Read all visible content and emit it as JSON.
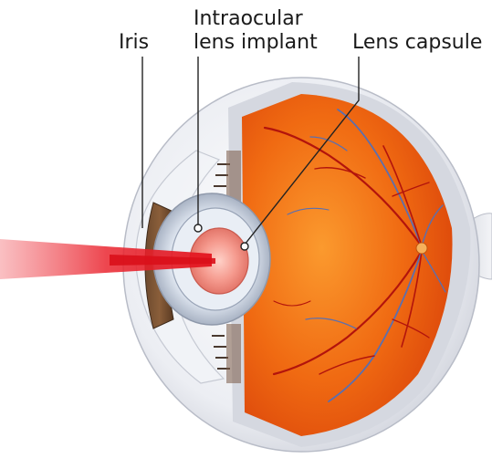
{
  "labels": {
    "iris": "Iris",
    "intraocular_line1": "Intraocular",
    "intraocular_line2": "lens implant",
    "lens_capsule": "Lens capsule"
  },
  "colors": {
    "retina_orange": "#f2660f",
    "vessel_red": "#b3140c",
    "vessel_blue": "#5a6fb0",
    "sclera": "#e6e8ee",
    "laser_red": "#e8202a",
    "leader_line": "#222222"
  }
}
